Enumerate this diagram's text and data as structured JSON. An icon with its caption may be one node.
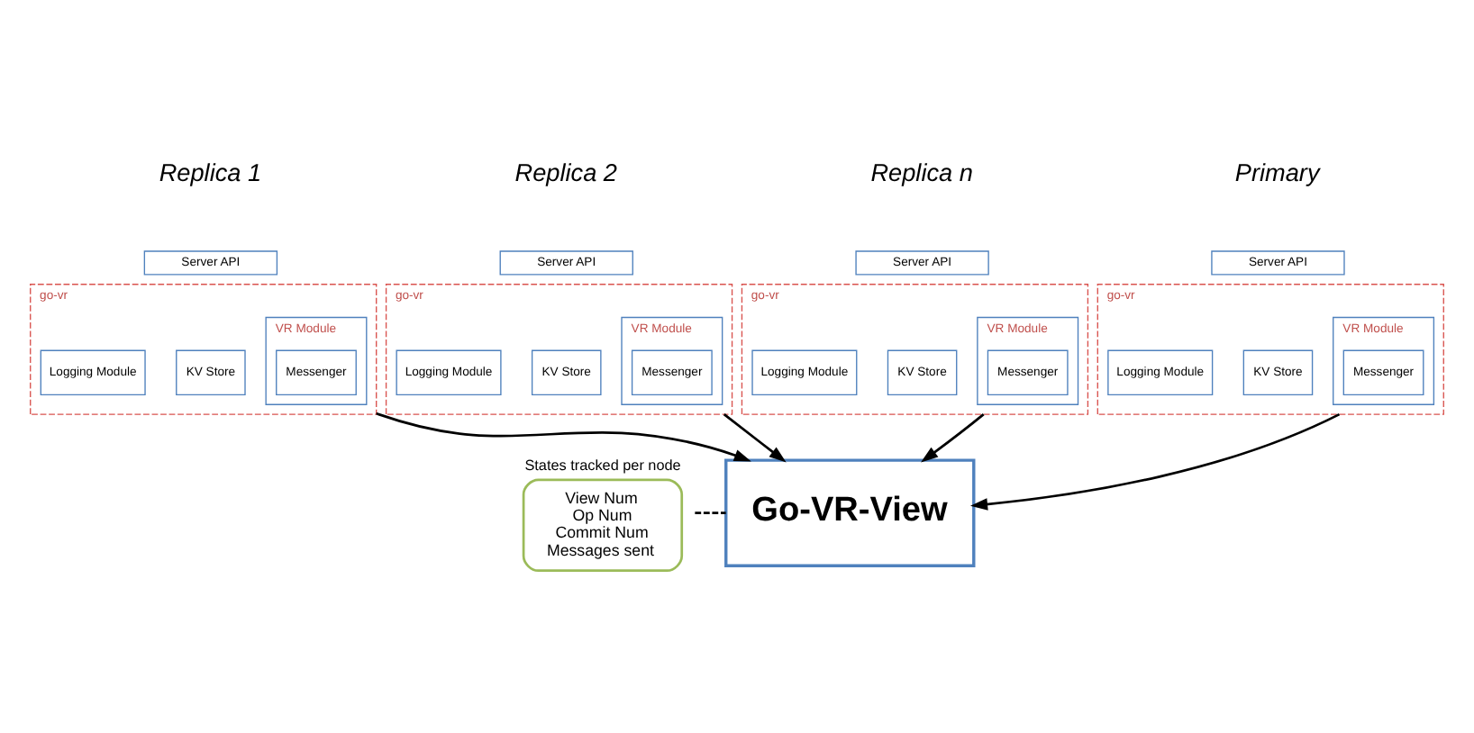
{
  "diagram": {
    "nodes": [
      {
        "text": [
          "Server API"
        ],
        "beside": [
          "Primary"
        ]
      },
      {
        "text": [
          "go-vr"
        ]
      },
      {
        "text": [
          "VR Module"
        ],
        "in": 1
      },
      {
        "text": [
          "Messenger"
        ],
        "in": 2
      },
      {
        "text": [
          "KV Store"
        ],
        "in": 1
      },
      {
        "text": [
          "Logging Module"
        ],
        "in": 1
      },
      {
        "text": [
          "Server API"
        ],
        "beside": [
          "Replica 1"
        ]
      },
      {
        "text": [
          "go-vr"
        ]
      },
      {
        "text": [
          "VR Module"
        ],
        "in": 7
      },
      {
        "text": [
          "Messenger"
        ],
        "in": 8
      },
      {
        "text": [
          "KV Store"
        ],
        "in": 7
      },
      {
        "text": [
          "Logging Module"
        ],
        "in": 7
      },
      {
        "text": [
          "Server API"
        ],
        "beside": [
          "Replica 2"
        ]
      },
      {
        "text": [
          "go-vr"
        ]
      },
      {
        "text": [
          "VR Module"
        ],
        "in": 13
      },
      {
        "text": [
          "Messenger"
        ],
        "in": 14
      },
      {
        "text": [
          "KV Store"
        ],
        "in": 13
      },
      {
        "text": [
          "Logging Module"
        ],
        "in": 13
      },
      {
        "text": [
          "Server API"
        ],
        "beside": [
          "Replica n"
        ]
      },
      {
        "text": [
          "go-vr"
        ]
      },
      {
        "text": [
          "VR Module"
        ],
        "in": 19
      },
      {
        "text": [
          "Messenger"
        ],
        "in": 20
      },
      {
        "text": [
          "KV Store"
        ],
        "in": 19
      },
      {
        "text": [
          "Logging Module"
        ],
        "in": 19
      },
      {
        "text": [
          "States tracked per node",
          "View Num",
          "Op Num",
          "Commit Num",
          "Messages sent"
        ]
      },
      {
        "text": [
          "Go-VR-View"
        ]
      }
    ],
    "edges": [
      {
        "from": 1,
        "to": 25,
        "arrow": "to"
      },
      {
        "from": 7,
        "to": 25,
        "arrow": "to"
      },
      {
        "from": 13,
        "to": 25,
        "arrow": "to"
      },
      {
        "from": 19,
        "to": 25,
        "arrow": "to"
      },
      {
        "from": 24,
        "to": 25,
        "arrow": "none",
        "style": "dashed"
      }
    ]
  }
}
